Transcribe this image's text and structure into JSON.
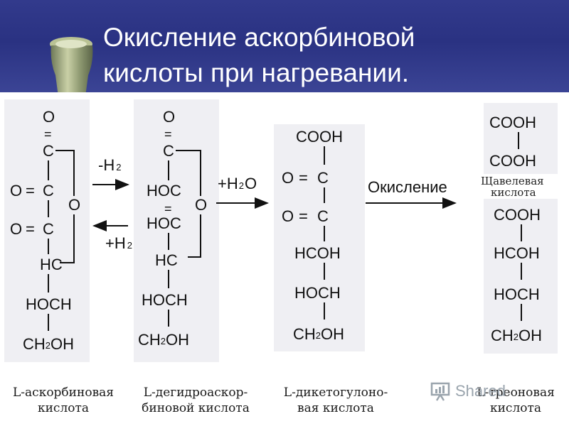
{
  "title": "Окисление аскорбиновой\nкислоты  при нагревании.",
  "compounds": [
    {
      "caption": "L-аскорбиновая\nкислота",
      "atoms": {
        "o_top": "O",
        "dbl": "=",
        "c1": "C",
        "o2": "O",
        "eq2": "=",
        "c2": "C",
        "o_ring": "O",
        "o3": "O",
        "eq3": "=",
        "c3": "C",
        "hc": "HC",
        "hoch": "HOCH",
        "ch2": "CH",
        "sub2": "2",
        "oh": "OH"
      }
    },
    {
      "caption": "L-дегидроаскор-\nбиновой кислота",
      "atoms": {
        "o_top": "O",
        "dbl": "=",
        "c1": "C",
        "hoc1": "HOC",
        "dbl2": "=",
        "hoc2": "HOC",
        "o_ring": "O",
        "hc": "HC",
        "hoch": "HOCH",
        "ch2": "CH",
        "sub2": "2",
        "oh": "OH"
      }
    },
    {
      "caption": "L-дикетогулоно-\nвая кислота",
      "atoms": {
        "cooh": "COOH",
        "o1": "O",
        "eq1": "=",
        "c1": "C",
        "o2": "O",
        "eq2": "=",
        "c2": "C",
        "hcoh": "HCOH",
        "hoch": "HOCH",
        "ch2": "CH",
        "sub2": "2",
        "oh": "OH"
      }
    },
    {
      "caption": "L-треоновая\nкислота",
      "oxalic_label": "Щавелевая\nкислота",
      "atoms": {
        "cooh1": "COOH",
        "cooh2": "COOH",
        "cooh3": "COOH",
        "hcoh": "HCOH",
        "hoch": "HOCH",
        "ch2": "CH",
        "sub2": "2",
        "oh": "OH"
      }
    }
  ],
  "arrows": {
    "minus_h2": {
      "sign": "-H",
      "sub": "2"
    },
    "plus_h2": {
      "sign": "+H",
      "sub": "2"
    },
    "plus_h2o": {
      "sign": "+H",
      "sub": "2",
      "tail": "O"
    },
    "oxidation": {
      "label": "Окисление"
    }
  },
  "watermark": {
    "text": "Shared",
    "icon": "presentation-chart-icon"
  }
}
